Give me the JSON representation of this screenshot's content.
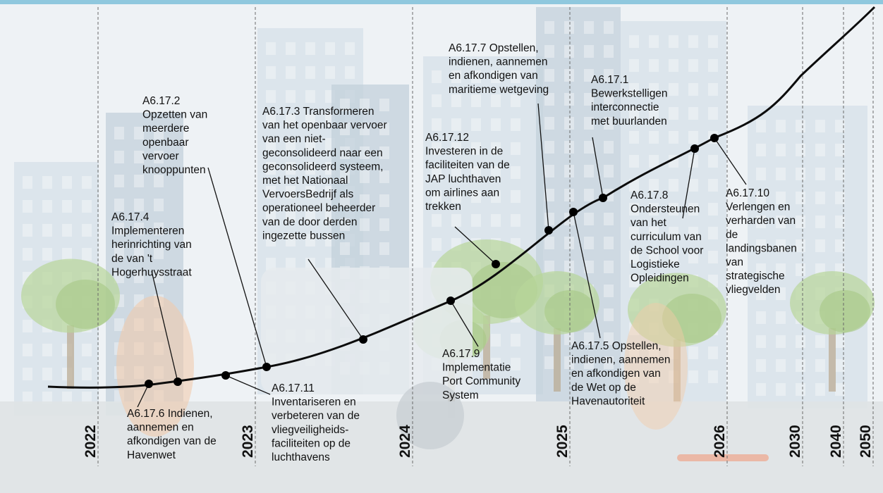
{
  "years": [
    {
      "label": "2022"
    },
    {
      "label": "2023"
    },
    {
      "label": "2024"
    },
    {
      "label": "2025"
    },
    {
      "label": "2026"
    },
    {
      "label": "2030"
    },
    {
      "label": "2040"
    },
    {
      "label": "2050"
    }
  ],
  "milestones": [
    {
      "id": "A6.17.6",
      "lines": [
        "A6.17.6 Indienen,",
        "aannemen en",
        "afkondigen van de",
        "Havenwet"
      ]
    },
    {
      "id": "A6.17.4",
      "lines": [
        "A6.17.4",
        "Implementeren",
        "herinrichting van",
        "de van 't",
        "Hogerhuysstraat"
      ]
    },
    {
      "id": "A6.17.11",
      "lines": [
        "A6.17.11",
        "Inventariseren en",
        "verbeteren van de",
        "vliegveiligheids-",
        "faciliteiten op de",
        "luchthavens"
      ]
    },
    {
      "id": "A6.17.2",
      "lines": [
        "A6.17.2",
        "Opzetten van",
        "meerdere",
        "openbaar",
        "vervoer",
        "knooppunten"
      ]
    },
    {
      "id": "A6.17.3",
      "lines": [
        "A6.17.3 Transformeren",
        "van het openbaar vervoer",
        "van een niet-",
        "geconsolideerd naar een",
        "geconsolideerd systeem,",
        "met het Nationaal",
        "VervoersBedrijf als",
        "operationeel beheerder",
        "van de door derden",
        "ingezette bussen"
      ]
    },
    {
      "id": "A6.17.9",
      "lines": [
        "A6.17.9",
        "Implementatie",
        "Port Community",
        "System"
      ]
    },
    {
      "id": "A6.17.12",
      "lines": [
        "A6.17.12",
        "Investeren in de",
        "faciliteiten van de",
        "JAP luchthaven",
        "om airlines aan",
        "trekken"
      ]
    },
    {
      "id": "A6.17.7",
      "lines": [
        "A6.17.7 Opstellen,",
        "indienen, aannemen",
        "en afkondigen van",
        "maritieme wetgeving"
      ]
    },
    {
      "id": "A6.17.5",
      "lines": [
        "A6.17.5 Opstellen,",
        "indienen, aannemen",
        "en afkondigen van",
        "de Wet op de",
        "Havenautoriteit"
      ]
    },
    {
      "id": "A6.17.1",
      "lines": [
        "A6.17.1",
        "Bewerkstelligen",
        "interconnectie",
        "met buurlanden"
      ]
    },
    {
      "id": "A6.17.8",
      "lines": [
        "A6.17.8",
        "Ondersteunen",
        "van het",
        "curriculum van",
        "de School voor",
        "Logistieke",
        "Opleidingen"
      ]
    },
    {
      "id": "A6.17.10",
      "lines": [
        "A6.17.10",
        "Verlengen en",
        "verharden van",
        "de",
        "landingsbanen",
        "van",
        "strategische",
        "vliegvelden"
      ]
    }
  ],
  "colors": {
    "curve": "#0c0c0c",
    "gridline": "#6a6a6a",
    "sky": "#eef2f5",
    "building": "#d6e0e8",
    "building_dark": "#c3d0db",
    "tree": "#b8d69a",
    "tree_dark": "#a7c886",
    "road": "#dfe3e6",
    "accent_orange": "#f3c9a7",
    "top_bar": "#8fc8de"
  }
}
